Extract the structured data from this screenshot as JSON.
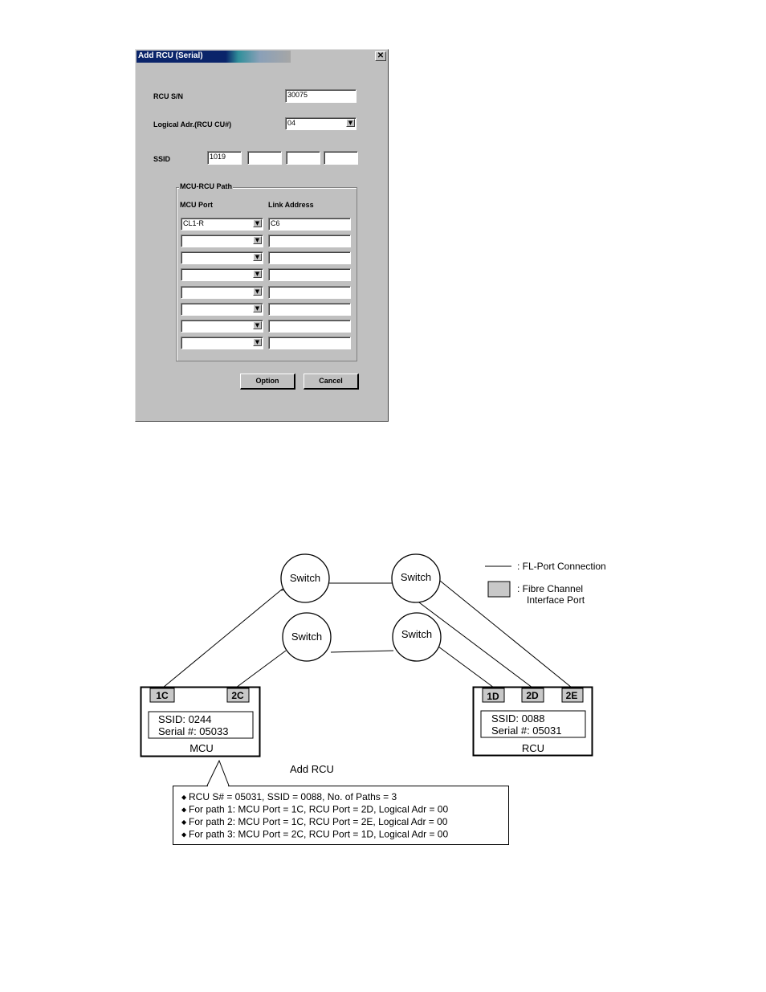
{
  "dialog": {
    "title": "Add RCU (Serial)",
    "close_glyph": "✕",
    "rcu_sn_label": "RCU S/N",
    "rcu_sn_value": "30075",
    "logical_adr_label": "Logical Adr.(RCU CU#)",
    "logical_adr_value": "04",
    "ssid_label": "SSID",
    "ssid_values": [
      "1019",
      "",
      "",
      ""
    ],
    "path_group_label": "MCU-RCU Path",
    "mcu_port_header": "MCU Port",
    "link_address_header": "Link Address",
    "paths": [
      {
        "mcu_port": "CL1-R",
        "link_address": "C6"
      },
      {
        "mcu_port": "",
        "link_address": ""
      },
      {
        "mcu_port": "",
        "link_address": ""
      },
      {
        "mcu_port": "",
        "link_address": ""
      },
      {
        "mcu_port": "",
        "link_address": ""
      },
      {
        "mcu_port": "",
        "link_address": ""
      },
      {
        "mcu_port": "",
        "link_address": ""
      },
      {
        "mcu_port": "",
        "link_address": ""
      }
    ],
    "option_button": "Option",
    "cancel_button": "Cancel",
    "dropdown_icon": "chevron-down-icon"
  },
  "diagram": {
    "switches": [
      "Switch",
      "Switch",
      "Switch",
      "Switch"
    ],
    "legend": {
      "line_label": ": FL-Port Connection",
      "port_label_1": ": Fibre Channel",
      "port_label_2": "Interface Port",
      "port_color": "#c8c8c8"
    },
    "mcu": {
      "ports": [
        "1C",
        "2C"
      ],
      "ssid": "SSID: 0244",
      "serial": "Serial #: 05033",
      "name": "MCU"
    },
    "rcu": {
      "ports": [
        "1D",
        "2D",
        "2E"
      ],
      "ssid": "SSID: 0088",
      "serial": "Serial #: 05031",
      "name": "RCU"
    },
    "callout_title": "Add RCU",
    "callout_lines": [
      "RCU S# = 05031, SSID = 0088, No. of Paths = 3",
      "For path 1: MCU Port = 1C, RCU Port = 2D, Logical Adr = 00",
      "For path 2: MCU Port = 1C, RCU Port = 2E, Logical Adr = 00",
      "For path 3: MCU Port = 2C, RCU Port = 1D, Logical Adr = 00"
    ],
    "bullet": "◆"
  }
}
